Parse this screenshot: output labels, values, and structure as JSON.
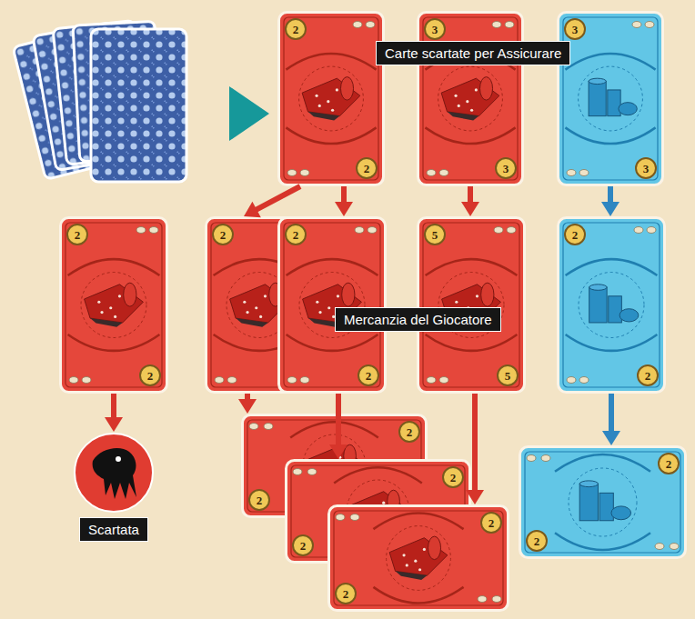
{
  "diagram": {
    "nodes": [
      {
        "text": [
          "2",
          "2"
        ]
      },
      {
        "text": [
          "3",
          "3"
        ]
      },
      {
        "text": [
          "3",
          "3"
        ]
      },
      {
        "text": [
          "Carte scartate per Assicurare"
        ]
      },
      {
        "text": [
          "2",
          "2"
        ]
      },
      {
        "text": [
          "2"
        ]
      },
      {
        "text": [
          "2",
          "2"
        ]
      },
      {
        "text": [
          "5",
          "5"
        ]
      },
      {
        "text": [
          "2",
          "2"
        ]
      },
      {
        "text": [
          "Mercanzia del Giocatore"
        ]
      },
      {
        "text": [
          "Scartata"
        ]
      },
      {
        "text": [
          "2",
          "2"
        ]
      },
      {
        "text": [
          "2",
          "2"
        ]
      },
      {
        "text": [
          "2",
          "2"
        ]
      },
      {
        "text": [
          "2",
          "2"
        ]
      }
    ],
    "edges": [
      {
        "from": 0,
        "to": 5,
        "arrow": "to"
      },
      {
        "from": 0,
        "to": 6,
        "arrow": "to"
      },
      {
        "from": 1,
        "to": 7,
        "arrow": "to"
      },
      {
        "from": 2,
        "to": 8,
        "arrow": "to"
      },
      {
        "from": 4,
        "to": 10,
        "arrow": "to"
      },
      {
        "from": 5,
        "to": 11,
        "arrow": "to"
      },
      {
        "from": 6,
        "to": 12,
        "arrow": "to"
      },
      {
        "from": 7,
        "to": 13,
        "arrow": "to"
      },
      {
        "from": 8,
        "to": 14,
        "arrow": "to"
      }
    ]
  }
}
